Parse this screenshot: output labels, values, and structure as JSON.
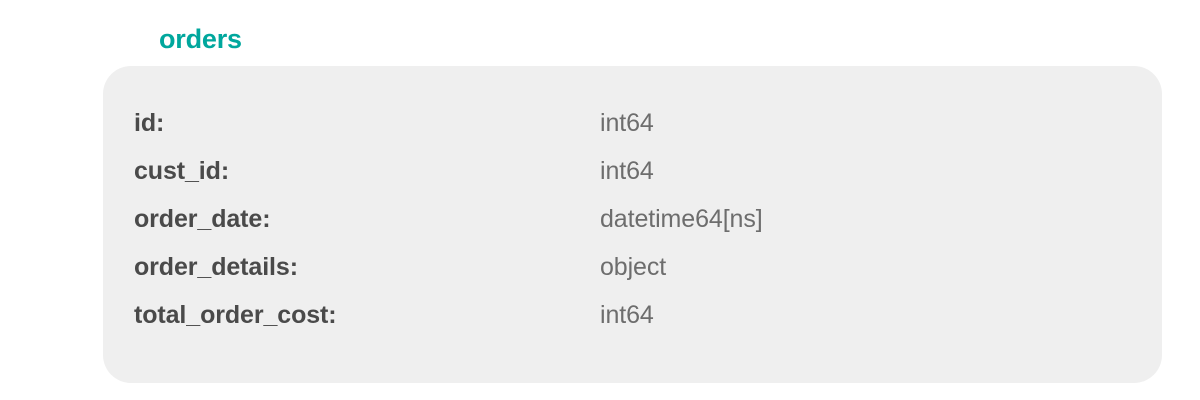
{
  "table": {
    "name": "orders",
    "title_color": "#00a79d",
    "card_color": "#efefef",
    "field_name_color": "#4a4a4a",
    "field_type_color": "#6d6d6d",
    "fields": [
      {
        "name": "id:",
        "type": "int64"
      },
      {
        "name": "cust_id:",
        "type": "int64"
      },
      {
        "name": "order_date:",
        "type": "datetime64[ns]"
      },
      {
        "name": "order_details:",
        "type": "object"
      },
      {
        "name": "total_order_cost:",
        "type": "int64"
      }
    ]
  }
}
